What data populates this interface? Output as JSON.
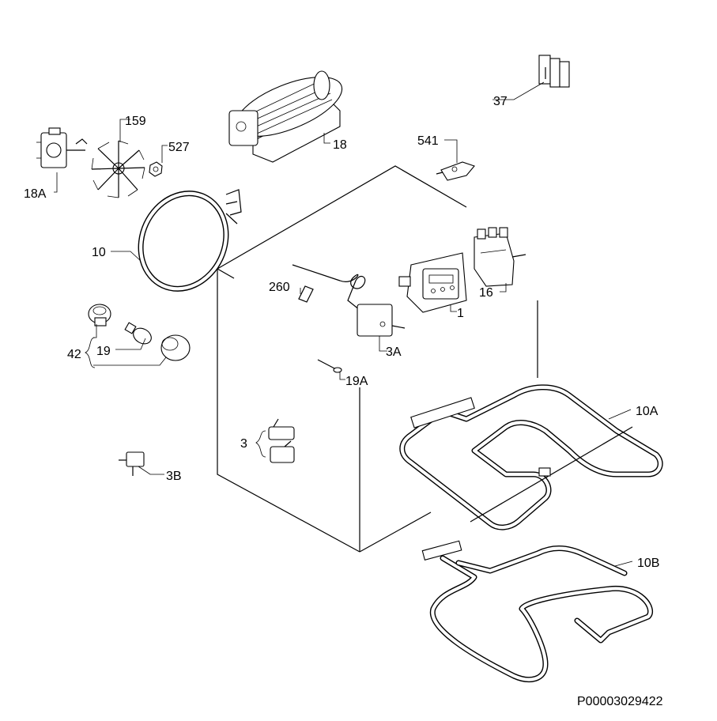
{
  "labels": {
    "p159": "159",
    "p527": "527",
    "p18": "18",
    "p18a": "18A",
    "p10": "10",
    "p260": "260",
    "p541": "541",
    "p37": "37",
    "p16": "16",
    "p1": "1",
    "p3a": "3A",
    "p42": "42",
    "p19": "19",
    "p19a": "19A",
    "p3": "3",
    "p3b": "3B",
    "p10a": "10A",
    "p10b": "10B"
  },
  "footer": {
    "code": "P00003029422"
  }
}
